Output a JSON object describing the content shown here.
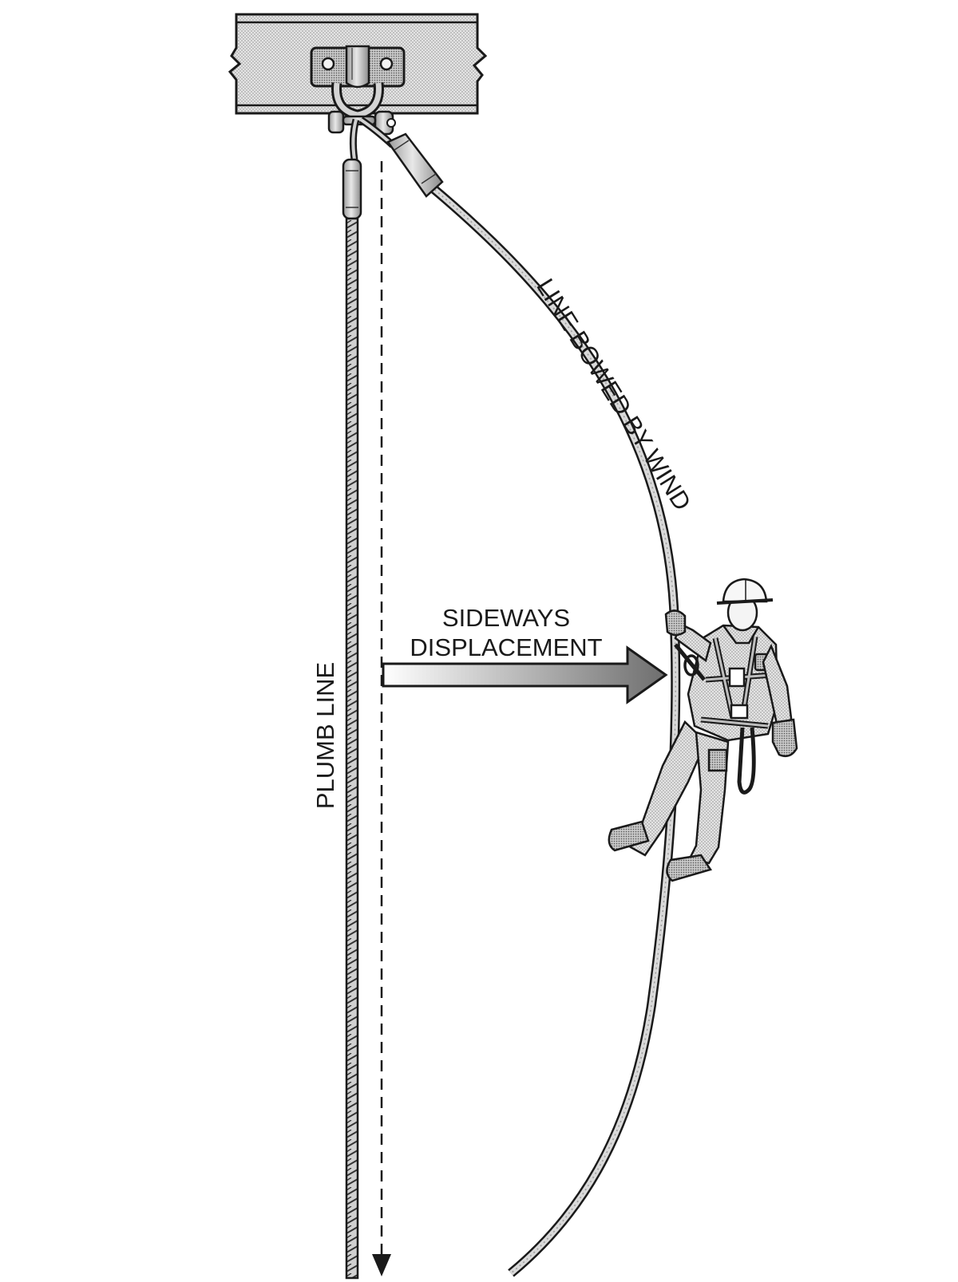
{
  "labels": {
    "plumb_line": "PLUMB LINE",
    "line_bowed": "LINE BOWED BY WIND",
    "sideways_line1": "SIDEWAYS",
    "sideways_line2": "DISPLACEMENT"
  },
  "colors": {
    "ink": "#1a1a1a",
    "beam_fill": "#d6d6d6",
    "metal_fill": "#bdbdbd",
    "arrow_gradient_start": "#ffffff",
    "arrow_gradient_end": "#7a7a7a",
    "background": "#ffffff"
  }
}
